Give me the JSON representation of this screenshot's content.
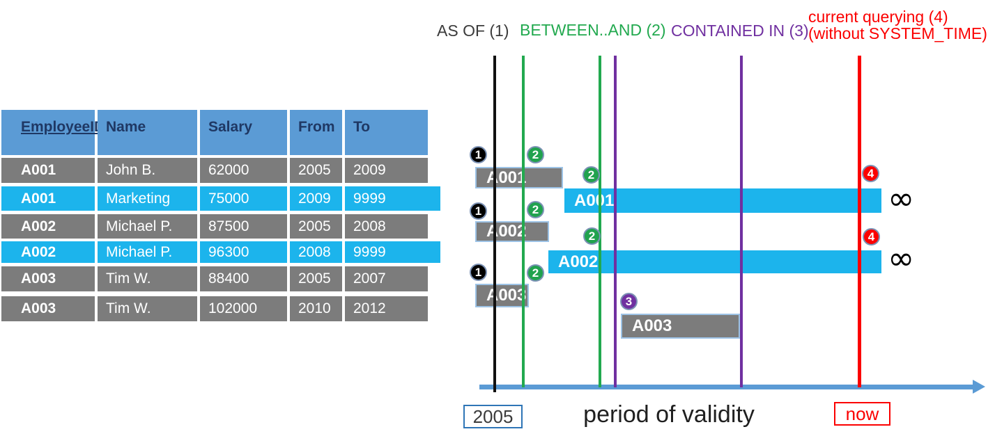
{
  "table": {
    "headers": [
      "EmployeeID",
      "Name",
      "Salary",
      "From",
      "To"
    ],
    "rows": [
      {
        "id": "A001",
        "name": "John B.",
        "salary": "62000",
        "from": "2005",
        "to": "2009",
        "highlighted": false
      },
      {
        "id": "A001",
        "name": "Marketing",
        "salary": "75000",
        "from": "2009",
        "to": "9999",
        "highlighted": true
      },
      {
        "id": "A002",
        "name": "Michael P.",
        "salary": "87500",
        "from": "2005",
        "to": "2008",
        "highlighted": false
      },
      {
        "id": "A002",
        "name": "Michael P.",
        "salary": "96300",
        "from": "2008",
        "to": "9999",
        "highlighted": true
      },
      {
        "id": "A003",
        "name": "Tim W.",
        "salary": "88400",
        "from": "2005",
        "to": "2007",
        "highlighted": false
      },
      {
        "id": "A003",
        "name": "Tim W.",
        "salary": "102000",
        "from": "2010",
        "to": "2012",
        "highlighted": false
      }
    ]
  },
  "legend": {
    "as_of": "AS OF (1)",
    "between_and": "BETWEEN..AND (2)",
    "contained_in": "CONTAINED IN (3)",
    "current_querying_line1": "current querying (4)",
    "current_querying_line2": "(without SYSTEM_TIME)"
  },
  "timeline": {
    "bars": [
      {
        "label": "A001",
        "style": "gray",
        "open_ended": false
      },
      {
        "label": "A001",
        "style": "cyan",
        "open_ended": true
      },
      {
        "label": "A002",
        "style": "gray",
        "open_ended": false
      },
      {
        "label": "A002",
        "style": "cyan",
        "open_ended": true
      },
      {
        "label": "A003",
        "style": "gray",
        "open_ended": false
      },
      {
        "label": "A003",
        "style": "gray",
        "open_ended": false
      }
    ],
    "badges": [
      {
        "n": "1",
        "color": "black"
      },
      {
        "n": "2",
        "color": "green"
      },
      {
        "n": "2",
        "color": "green"
      },
      {
        "n": "1",
        "color": "black"
      },
      {
        "n": "2",
        "color": "green"
      },
      {
        "n": "2",
        "color": "green"
      },
      {
        "n": "1",
        "color": "black"
      },
      {
        "n": "2",
        "color": "green"
      },
      {
        "n": "3",
        "color": "purple"
      },
      {
        "n": "4",
        "color": "red"
      },
      {
        "n": "4",
        "color": "red"
      }
    ],
    "infinity_symbol": "∞",
    "axis": {
      "start_label": "2005",
      "title": "period of validity",
      "now_label": "now"
    }
  },
  "colors": {
    "header_blue": "#5B9BD5",
    "header_text_navy": "#1F3864",
    "row_gray": "#7C7C7C",
    "row_cyan": "#1CB4EC",
    "line_black": "#111111",
    "line_green": "#22A94F",
    "line_purple": "#7030A0",
    "line_red": "#FB0000",
    "bar_border_light_blue": "#9DC3E6",
    "axis_blue": "#5B9BD5"
  }
}
